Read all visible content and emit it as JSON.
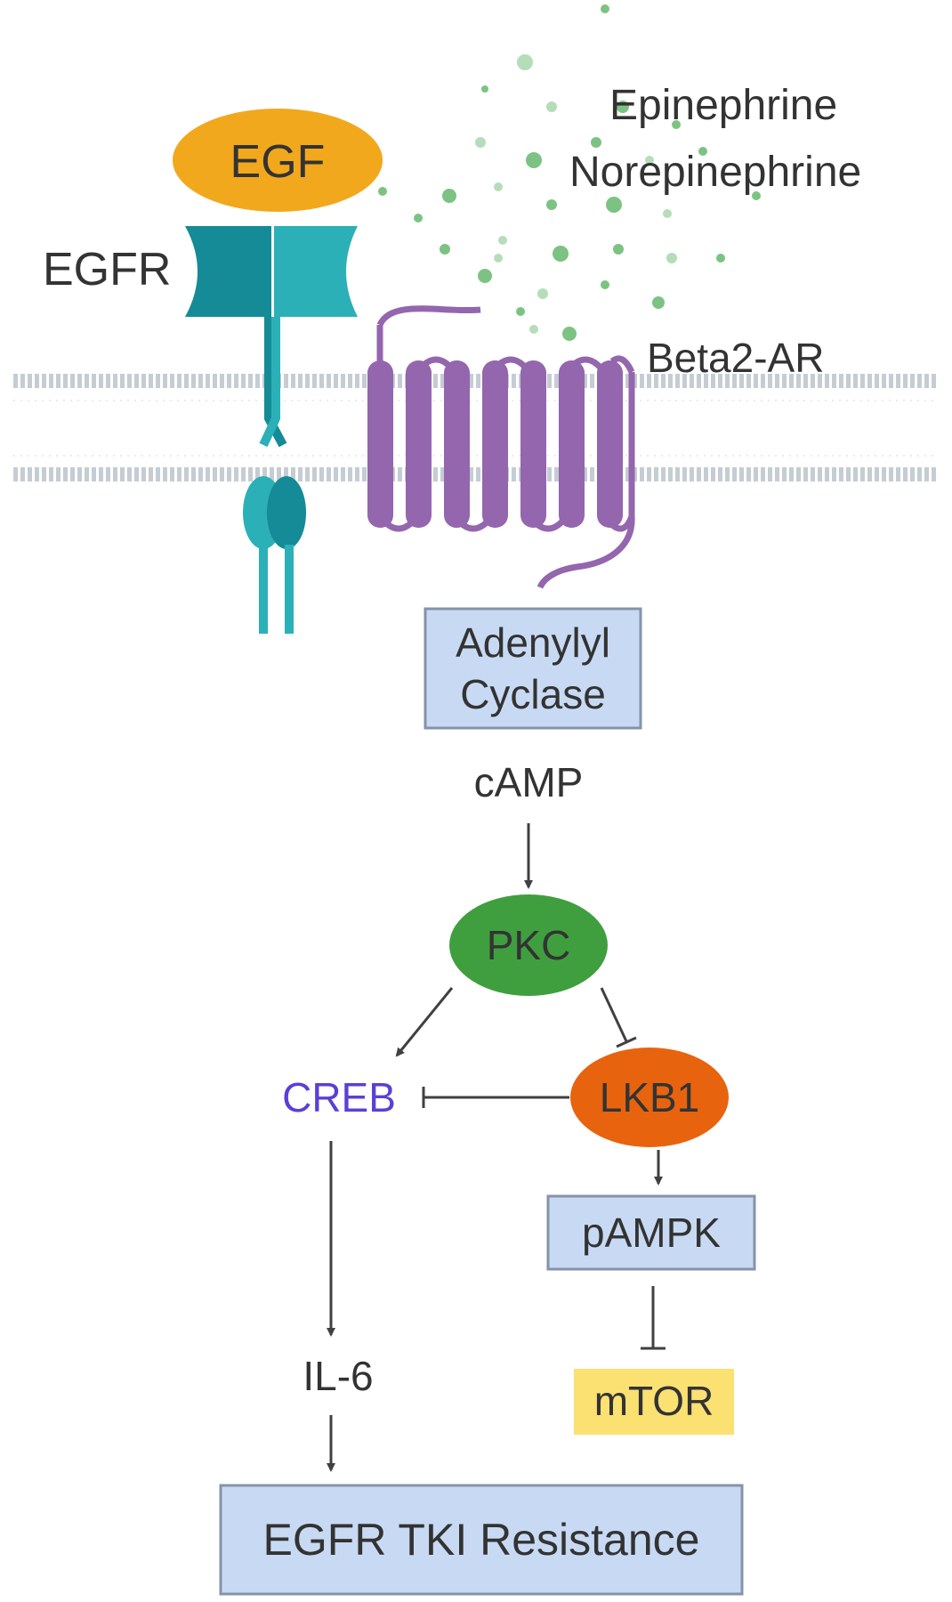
{
  "labels": {
    "egf": "EGF",
    "egfr": "EGFR",
    "epinephrine": "Epinephrine",
    "norepinephrine": "Norepinephrine",
    "beta2ar": "Beta2-AR",
    "adenylyl": "Adenylyl",
    "cyclase": "Cyclase",
    "camp": "cAMP",
    "pkc": "PKC",
    "creb": "CREB",
    "lkb1": "LKB1",
    "pampk": "pAMPK",
    "mtor": "mTOR",
    "il6": "IL-6",
    "resistance": "EGFR TKI Resistance"
  },
  "colors": {
    "egf": "#f2a81d",
    "egfr_dark": "#148b96",
    "egfr_light": "#2bb0b7",
    "receptor_purple": "#9466ae",
    "membrane": "#c5ccd4",
    "box_fill": "#c8daf3",
    "box_stroke": "#8593a8",
    "pkc": "#3f9f3f",
    "lkb1": "#e8630e",
    "mtor": "#fbe072",
    "creb_text": "#5b3fd6",
    "ligand_dots": "#5bb464",
    "arrow": "#404040"
  }
}
